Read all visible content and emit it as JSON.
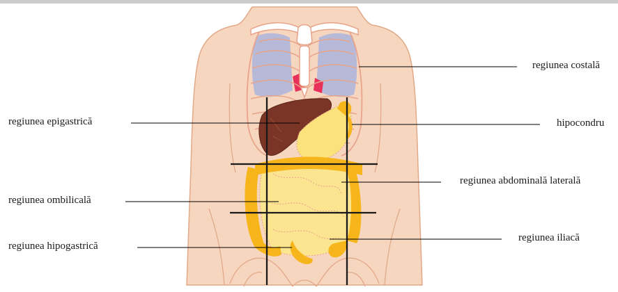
{
  "labels": {
    "costal": "regiunea costală",
    "epigastric": "regiunea epigastrică",
    "hypochondrium": "hipocondru",
    "lateral_abdominal": "regiunea abdominală laterală",
    "umbilical": "regiunea ombilicală",
    "iliac": "regiunea iliacă",
    "hypogastric": "regiunea hipogastrică"
  },
  "colors": {
    "skin": "#f6d6bf",
    "skin_outline": "#e2a989",
    "bone": "#ffffff",
    "bone_outline": "#e7a48a",
    "lung": "#b7b9d9",
    "liver": "#7a3526",
    "stomach": "#fbe27a",
    "intestine": "#fbd96b",
    "colon": "#f6b51a",
    "heart_red": "#e8315a",
    "grid_line": "#1a1a1a",
    "leader_line": "#000000",
    "top_bar": "#cccccc"
  }
}
